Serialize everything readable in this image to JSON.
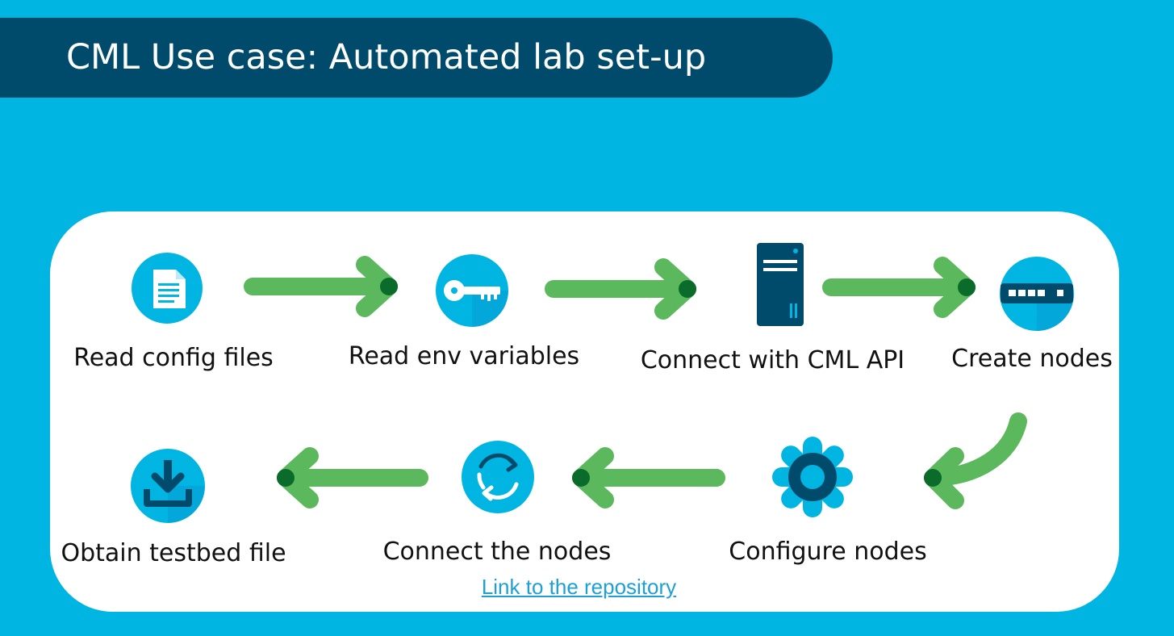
{
  "title": "CML Use case: Automated lab set-up",
  "accent_colors": {
    "background": "#00b5e2",
    "title_bar": "#004b6b",
    "arrow": "#5cb85c",
    "arrow_head": "#0b6b2a",
    "icon_circle": "#00b5e2"
  },
  "steps": [
    {
      "label": "Read config files",
      "icon": "document-icon"
    },
    {
      "label": "Read env variables",
      "icon": "key-icon"
    },
    {
      "label": "Connect with CML API",
      "icon": "server-icon"
    },
    {
      "label": "Create nodes",
      "icon": "switch-icon"
    },
    {
      "label": "Configure nodes",
      "icon": "gear-icon"
    },
    {
      "label": "Connect the nodes",
      "icon": "sync-icon"
    },
    {
      "label": "Obtain testbed file",
      "icon": "download-icon"
    }
  ],
  "link": {
    "label": "Link to the repository"
  }
}
